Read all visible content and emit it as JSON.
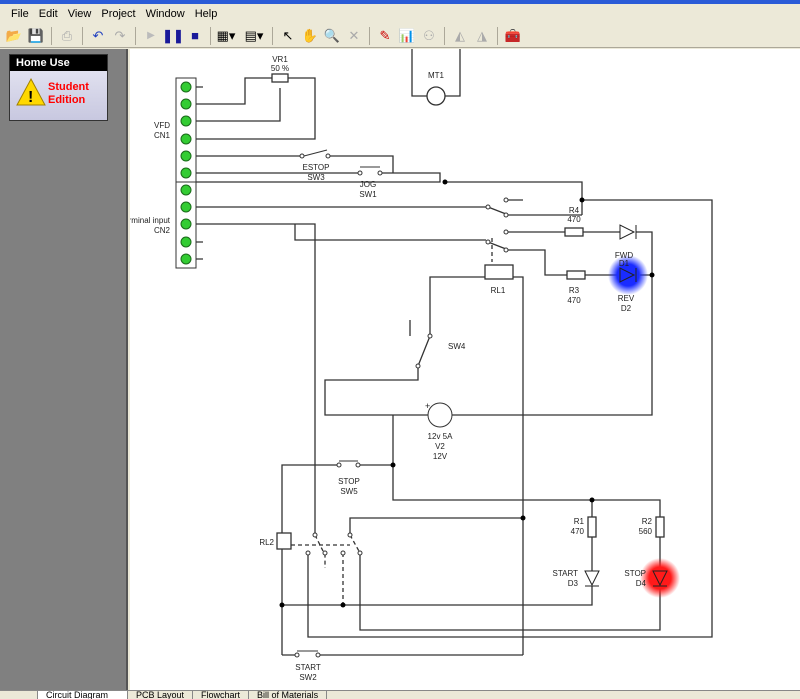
{
  "menu": [
    "File",
    "Edit",
    "View",
    "Project",
    "Window",
    "Help"
  ],
  "panel": {
    "title": "Home Use",
    "line1": "Student",
    "line2": "Edition"
  },
  "tabs": [
    "Circuit Diagram",
    "PCB Layout",
    "Flowchart",
    "Bill of Materials"
  ],
  "components": {
    "vr1": {
      "name": "VR1",
      "value": "50 %"
    },
    "mt1": {
      "name": "MT1"
    },
    "cn1": {
      "label": "VFD",
      "name": "CN1"
    },
    "cn2": {
      "label": "terminal input",
      "name": "CN2"
    },
    "sw3": {
      "label": "ESTOP",
      "name": "SW3"
    },
    "sw1": {
      "label": "JOG",
      "name": "SW1"
    },
    "r4": {
      "name": "R4",
      "value": "470"
    },
    "d1": {
      "label": "FWD",
      "name": "D1"
    },
    "r3": {
      "name": "R3",
      "value": "470"
    },
    "d2": {
      "label": "REV",
      "name": "D2"
    },
    "rl1": {
      "name": "RL1"
    },
    "sw4": {
      "name": "SW4"
    },
    "v2": {
      "label": "12v 5A",
      "name": "V2",
      "value": "12V"
    },
    "sw5": {
      "label": "STOP",
      "name": "SW5"
    },
    "rl2": {
      "name": "RL2"
    },
    "r1": {
      "name": "R1",
      "value": "470"
    },
    "r2": {
      "name": "R2",
      "value": "560"
    },
    "d3": {
      "label": "START",
      "name": "D3"
    },
    "d4": {
      "label": "STOP",
      "name": "D4"
    },
    "sw2": {
      "label": "START",
      "name": "SW2"
    }
  },
  "colors": {
    "led_on_blue": "#1a2cff",
    "led_on_red": "#ff1a1a",
    "screw": "#33cc33"
  }
}
